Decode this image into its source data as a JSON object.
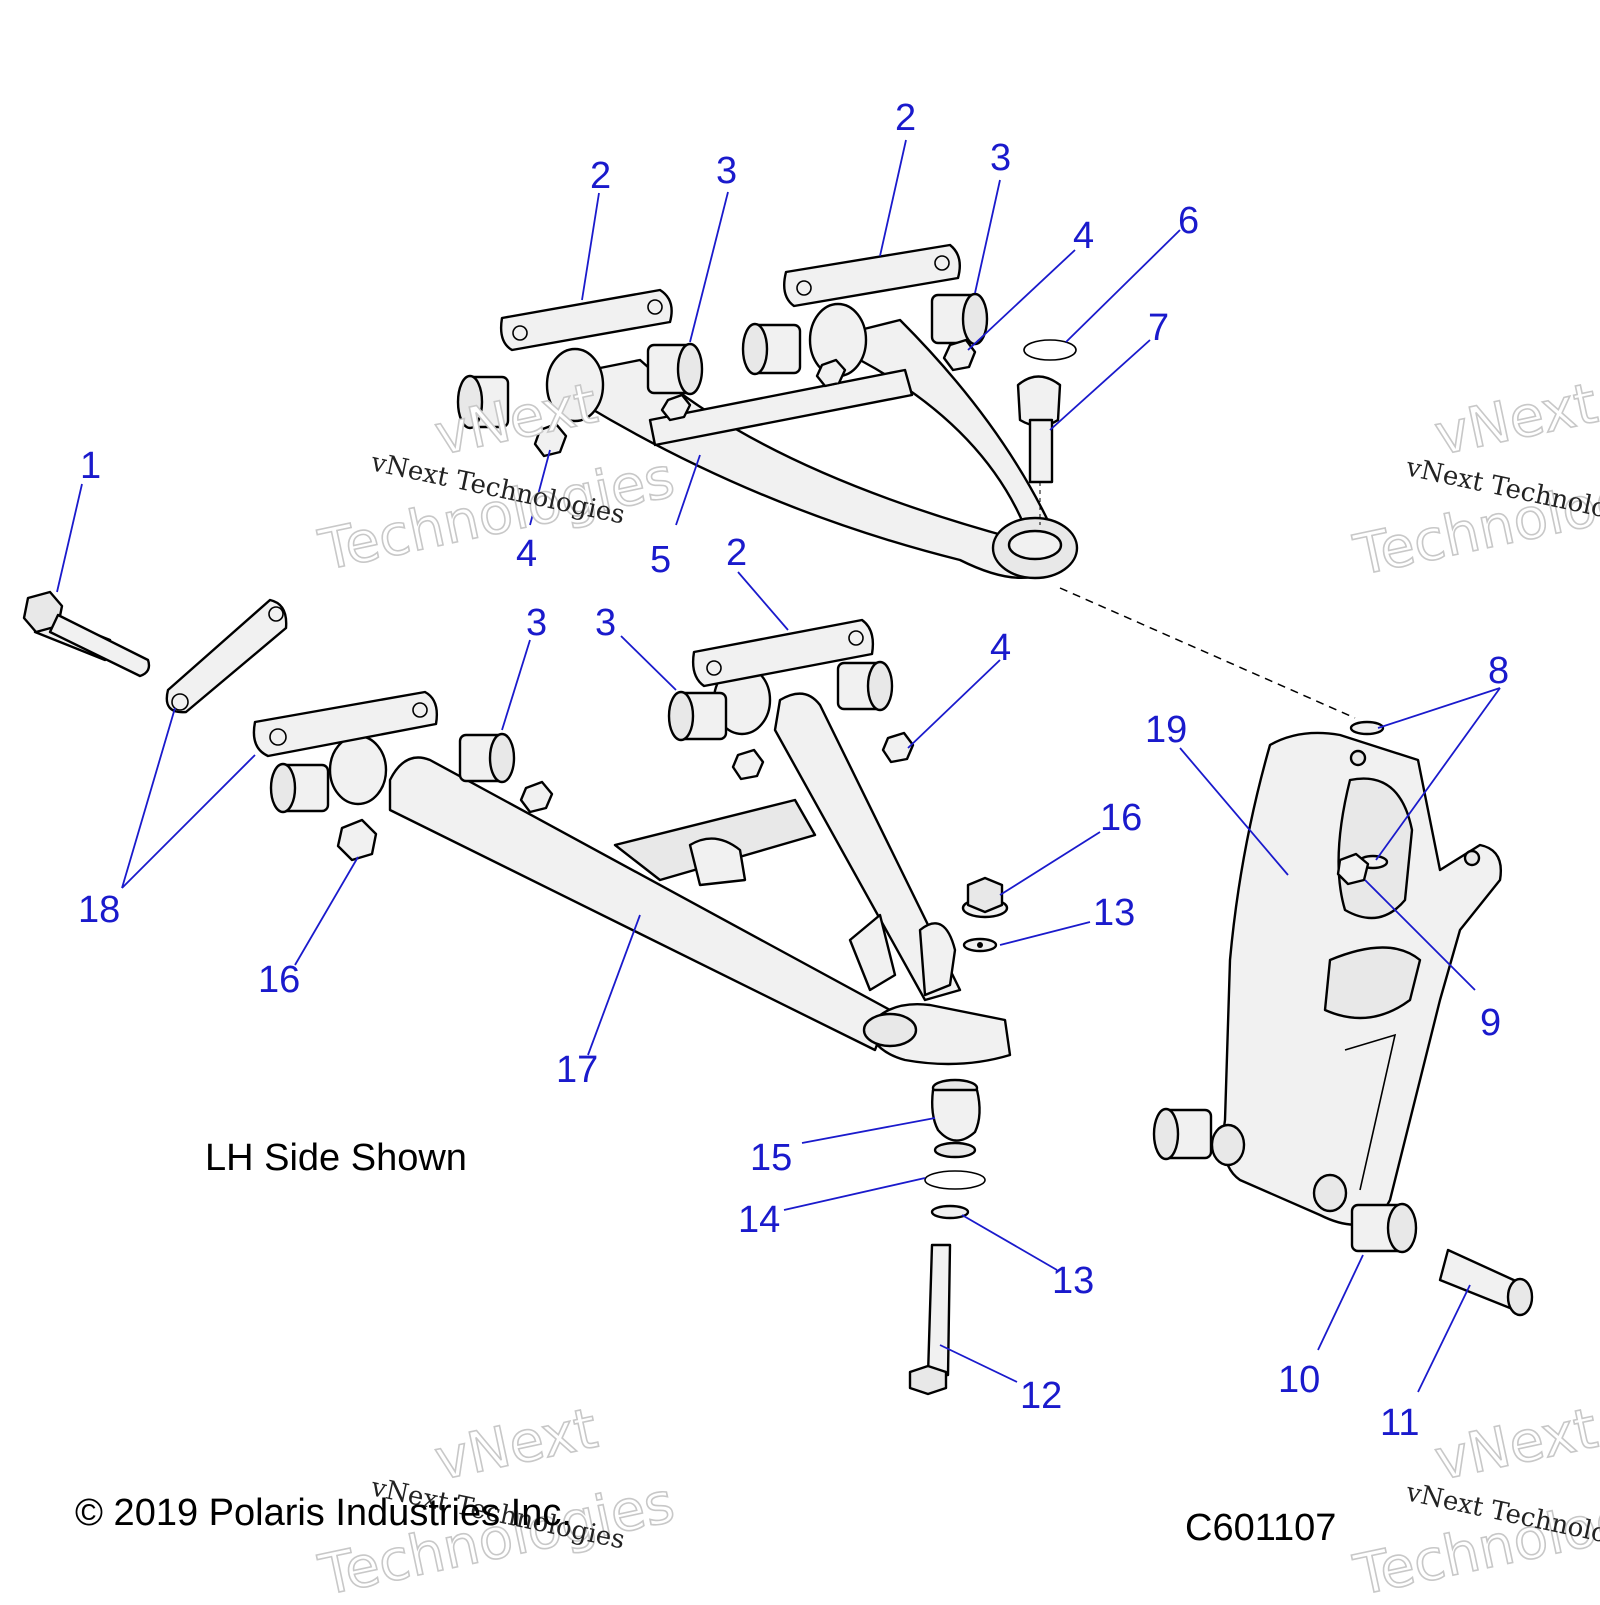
{
  "callouts": {
    "c1": "1",
    "c2a": "2",
    "c2b": "2",
    "c2c": "2",
    "c3a": "3",
    "c3b": "3",
    "c3c": "3",
    "c3d": "3",
    "c4a": "4",
    "c4b": "4",
    "c4c": "4",
    "c5": "5",
    "c6": "6",
    "c7": "7",
    "c8": "8",
    "c9": "9",
    "c10": "10",
    "c11": "11",
    "c12": "12",
    "c13a": "13",
    "c13b": "13",
    "c14": "14",
    "c15": "15",
    "c16a": "16",
    "c16b": "16",
    "c17": "17",
    "c18": "18",
    "c19": "19"
  },
  "caption": "LH Side Shown",
  "copyright": "© 2019 Polaris Industries Inc.",
  "diagram_code": "C601107",
  "watermark": {
    "line1": "vNext Technologies",
    "big1": "vNext",
    "big2": "Technologies"
  },
  "colors": {
    "callout": "#1a1acc",
    "part_fill": "#f1f1f1",
    "outline": "#000000"
  }
}
